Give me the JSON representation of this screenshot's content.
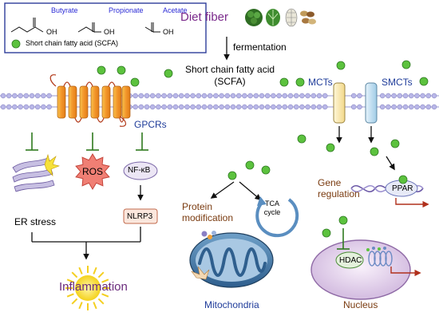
{
  "legend": {
    "butyrate": "Butyrate",
    "propionate": "Propionate",
    "acetate": "Acetate",
    "oh": "OH",
    "scfa_caption": "Short chain fatty acid (SCFA)",
    "name_color": "#2b2bd6"
  },
  "top": {
    "diet_fiber": "Diet fiber",
    "fermentation": "fermentation",
    "scfa_line1": "Short chain fatty acid",
    "scfa_line2": "(SCFA)"
  },
  "membrane": {
    "gpcrs": "GPCRs",
    "mcts": "MCTs",
    "smcts": "SMCTs"
  },
  "left": {
    "ros": "ROS",
    "nfkb": "NF-κB",
    "nlrp3": "NLRP3",
    "er_stress": "ER stress",
    "inflammation": "Inflammation"
  },
  "middle": {
    "protein_mod_line1": "Protein",
    "protein_mod_line2": "modification",
    "tca_line1": "TCA",
    "tca_line2": "cycle",
    "mitochondria": "Mitochondria"
  },
  "right": {
    "gene_line1": "Gene",
    "gene_line2": "regulation",
    "ppar": "PPAR",
    "hdac": "HDAC",
    "nucleus": "Nucleus"
  },
  "colors": {
    "scfa_dot": "#5cc23e",
    "gpcr": "#f2a23a",
    "label_blue": "#1f3c9a",
    "label_purple": "#7b2a8c",
    "label_brown": "#7a3b10",
    "membrane_head": "#b9b7e8"
  },
  "icons": [
    "broccoli-icon",
    "cabbage-icon",
    "corn-icon",
    "bean-icon",
    "sun-icon",
    "explosion-icon"
  ]
}
